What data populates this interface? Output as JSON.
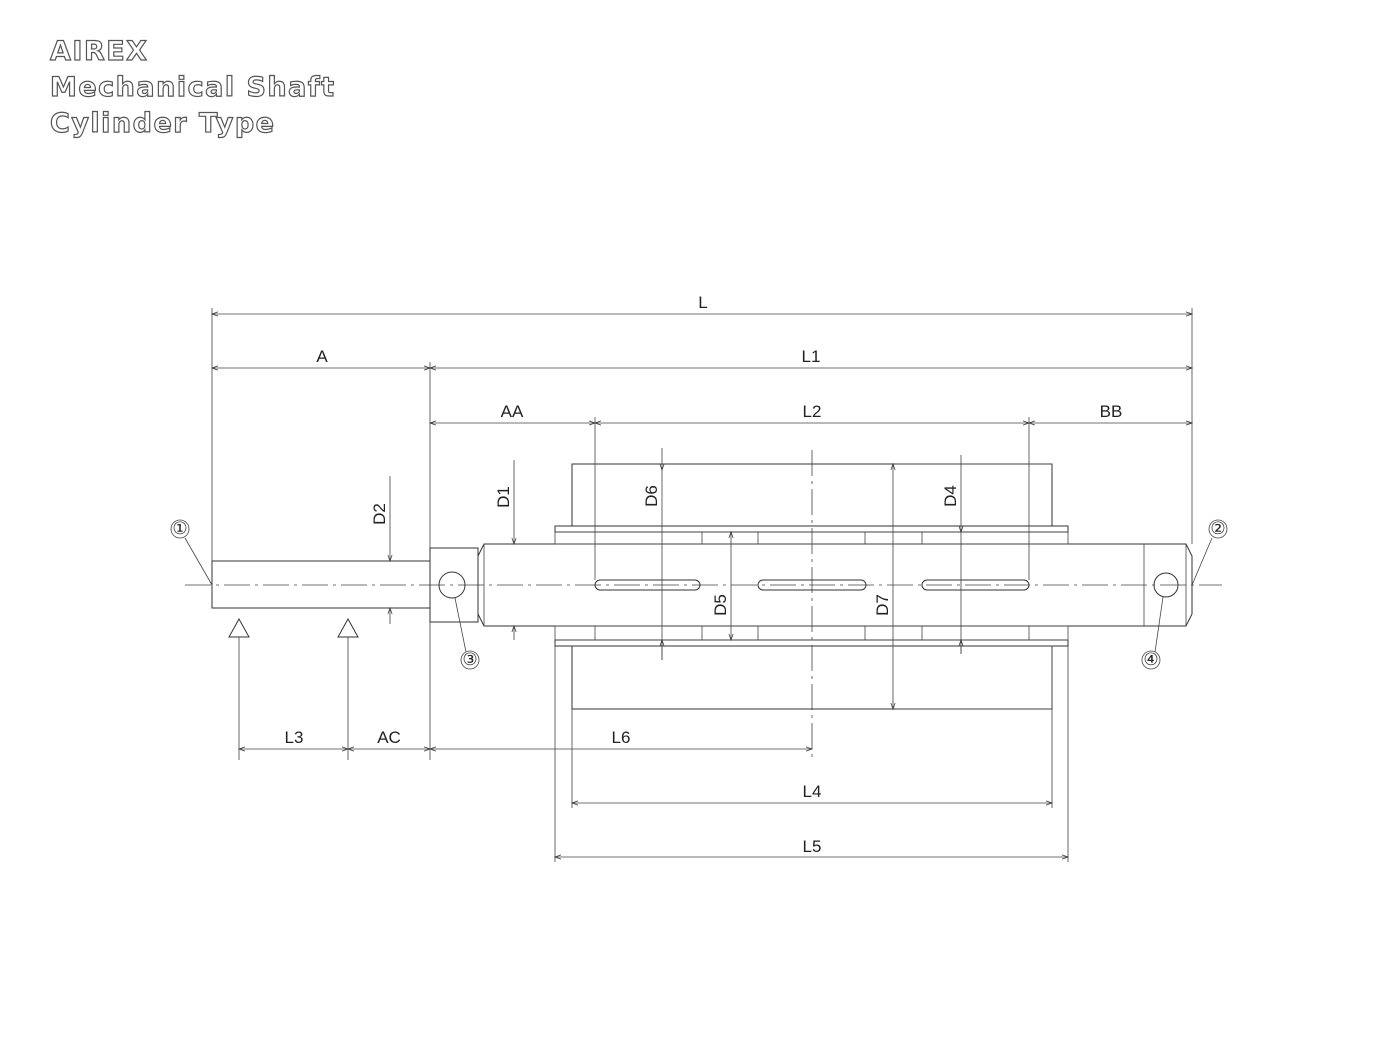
{
  "title": {
    "line1": "AIREX",
    "line2": "Mechanical Shaft",
    "line3": "Cylinder Type"
  },
  "dimensions": {
    "L": "L",
    "A": "A",
    "L1": "L1",
    "AA": "AA",
    "L2": "L2",
    "BB": "BB",
    "D1": "D1",
    "D2": "D2",
    "D4": "D4",
    "D5": "D5",
    "D6": "D6",
    "D7": "D7",
    "L3": "L3",
    "AC": "AC",
    "L6": "L6",
    "L4": "L4",
    "L5": "L5"
  },
  "callouts": {
    "c1": "①",
    "c2": "②",
    "c3": "③",
    "c4": "④"
  }
}
